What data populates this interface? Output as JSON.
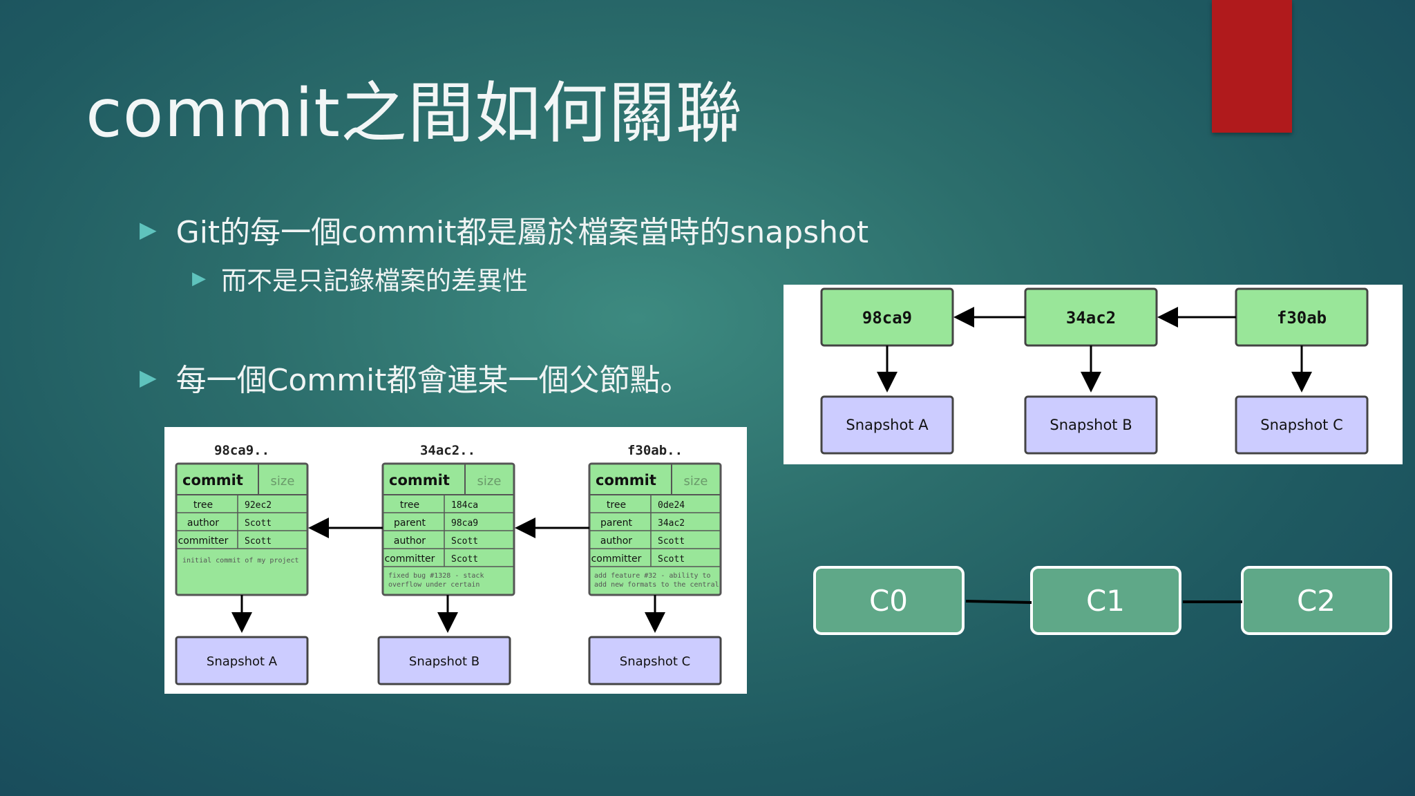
{
  "slide": {
    "title": "commit之間如何關聯",
    "bullets": [
      {
        "text": "Git的每一個commit都是屬於檔案當時的snapshot"
      },
      {
        "text": "而不是只記錄檔案的差異性"
      },
      {
        "text": "每一個Commit都會連某一個父節點。"
      }
    ]
  },
  "colors": {
    "accent_red": "#b01a1c",
    "commit_green": "#99e699",
    "snapshot_purple": "#ccccff",
    "node_teal": "#5fa888"
  },
  "detail_diagram": {
    "commits": [
      {
        "hash": "98ca9..",
        "header": "commit",
        "size_label": "size",
        "rows": [
          {
            "k": "tree",
            "v": "92ec2"
          },
          {
            "k": "author",
            "v": "Scott"
          },
          {
            "k": "committer",
            "v": "Scott"
          }
        ],
        "message": [
          "initial commit of my project"
        ],
        "snapshot": "Snapshot A"
      },
      {
        "hash": "34ac2..",
        "header": "commit",
        "size_label": "size",
        "rows": [
          {
            "k": "tree",
            "v": "184ca"
          },
          {
            "k": "parent",
            "v": "98ca9"
          },
          {
            "k": "author",
            "v": "Scott"
          },
          {
            "k": "committer",
            "v": "Scott"
          }
        ],
        "message": [
          "fixed bug #1328 - stack",
          "overflow under certain"
        ],
        "snapshot": "Snapshot B"
      },
      {
        "hash": "f30ab..",
        "header": "commit",
        "size_label": "size",
        "rows": [
          {
            "k": "tree",
            "v": "0de24"
          },
          {
            "k": "parent",
            "v": "34ac2"
          },
          {
            "k": "author",
            "v": "Scott"
          },
          {
            "k": "committer",
            "v": "Scott"
          }
        ],
        "message": [
          "add feature #32 - ability to",
          "add new formats to the central"
        ],
        "snapshot": "Snapshot C"
      }
    ]
  },
  "simple_diagram": {
    "commits": [
      "98ca9",
      "34ac2",
      "f30ab"
    ],
    "snapshots": [
      "Snapshot A",
      "Snapshot B",
      "Snapshot C"
    ]
  },
  "node_chain": [
    "C0",
    "C1",
    "C2"
  ]
}
